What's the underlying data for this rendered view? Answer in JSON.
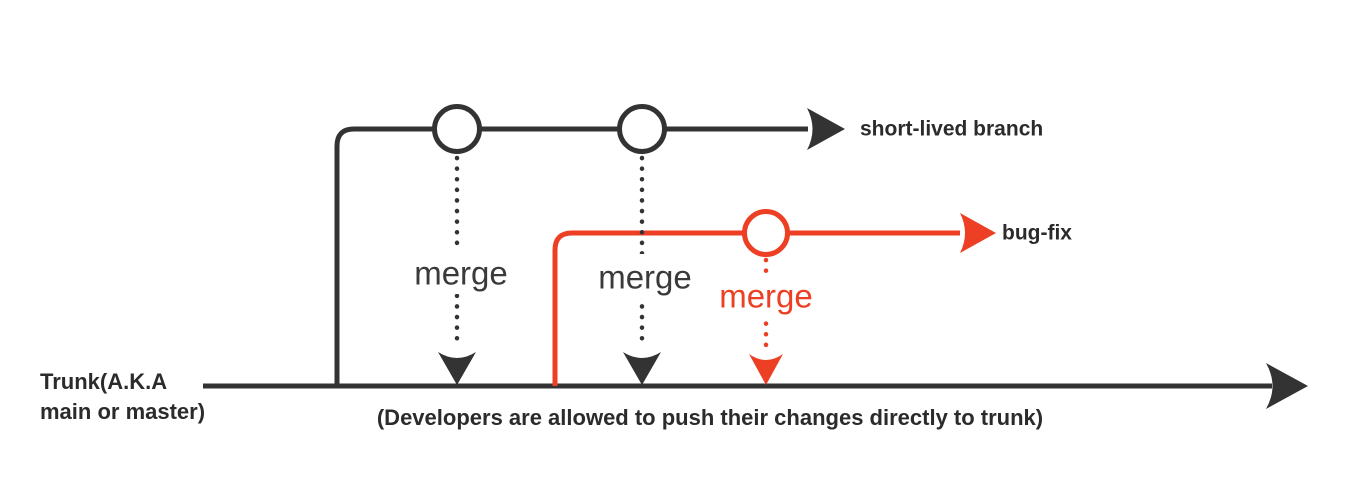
{
  "labels": {
    "short_lived_branch": "short-lived branch",
    "bug_fix": "bug-fix",
    "trunk_name_line1": "Trunk(A.K.A",
    "trunk_name_line2": "main or master)",
    "trunk_note": "(Developers are allowed to push their changes directly to trunk)"
  },
  "merge_labels": {
    "merge1": "merge",
    "merge2": "merge",
    "merge3": "merge"
  },
  "colors": {
    "dark": "#333333",
    "red": "#ec3f23",
    "merge-text": "#3a3a3a",
    "text-dark": "#2b2b2b",
    "background": "#ffffff"
  }
}
